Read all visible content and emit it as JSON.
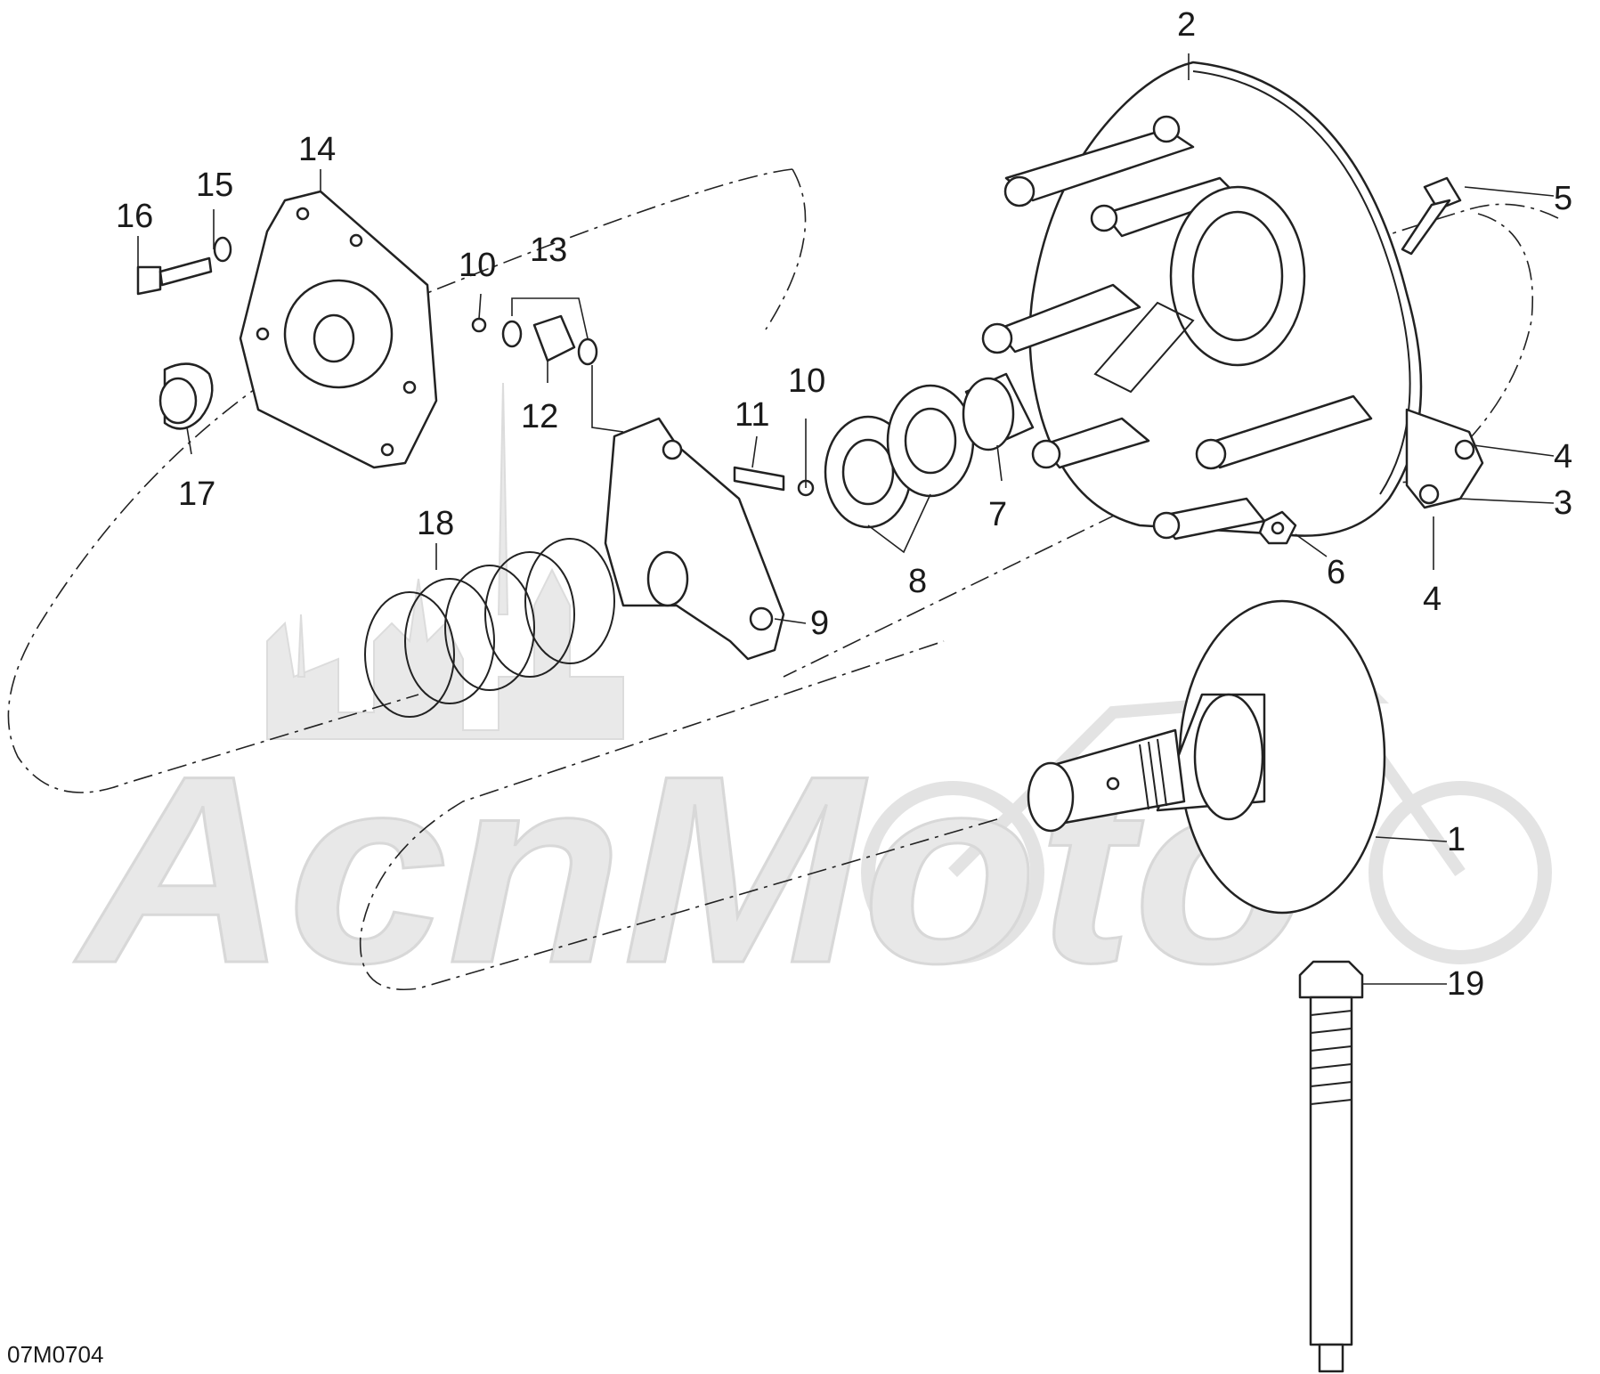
{
  "drawing_code": "07M0704",
  "watermark": {
    "text": "AcnMoto"
  },
  "callouts": [
    {
      "id": "1",
      "label": "1"
    },
    {
      "id": "2",
      "label": "2"
    },
    {
      "id": "3",
      "label": "3"
    },
    {
      "id": "4a",
      "label": "4"
    },
    {
      "id": "4b",
      "label": "4"
    },
    {
      "id": "5",
      "label": "5"
    },
    {
      "id": "6",
      "label": "6"
    },
    {
      "id": "7",
      "label": "7"
    },
    {
      "id": "8",
      "label": "8"
    },
    {
      "id": "9",
      "label": "9"
    },
    {
      "id": "10a",
      "label": "10"
    },
    {
      "id": "10b",
      "label": "10"
    },
    {
      "id": "11",
      "label": "11"
    },
    {
      "id": "12",
      "label": "12"
    },
    {
      "id": "13",
      "label": "13"
    },
    {
      "id": "14",
      "label": "14"
    },
    {
      "id": "15",
      "label": "15"
    },
    {
      "id": "16",
      "label": "16"
    },
    {
      "id": "17",
      "label": "17"
    },
    {
      "id": "18",
      "label": "18"
    },
    {
      "id": "19",
      "label": "19"
    }
  ]
}
